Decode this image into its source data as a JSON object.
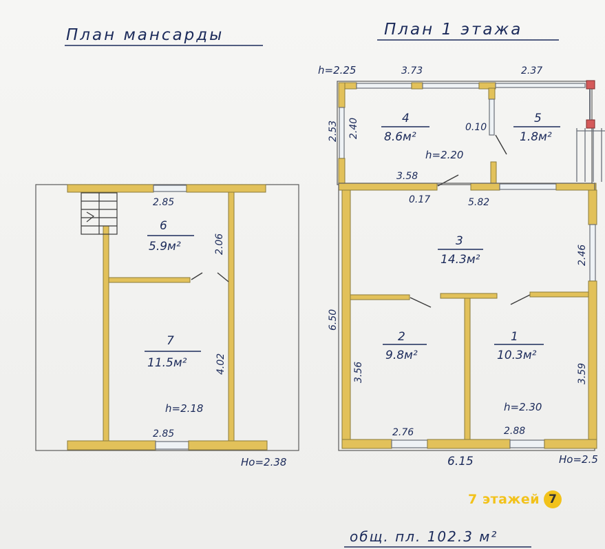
{
  "attic": {
    "title": "План мансарды",
    "room6": {
      "num": "6",
      "area": "5.9м²"
    },
    "room7": {
      "num": "7",
      "area": "11.5м²"
    },
    "height": "h=2.18",
    "window_top": "2.85",
    "window_bottom": "2.85",
    "wall_right_top": "2.06",
    "wall_right_bottom": "4.02",
    "ridge_height": "Hо=2.38"
  },
  "floor1": {
    "title": "План 1 этажа",
    "height_label": "h=2.25",
    "room1": {
      "num": "1",
      "area": "10.3м²"
    },
    "room2": {
      "num": "2",
      "area": "9.8м²"
    },
    "room3": {
      "num": "3",
      "area": "14.3м²"
    },
    "room4": {
      "num": "4",
      "area": "8.6м²"
    },
    "room5": {
      "num": "5",
      "area": "1.8м²"
    },
    "dims": {
      "d373": "3.73",
      "d237": "2.37",
      "d253": "2.53",
      "d240": "2.40",
      "d010": "0.10",
      "h220": "h=2.20",
      "d358": "3.58",
      "d017": "0.17",
      "d582": "5.82",
      "d246": "2.46",
      "d650": "6.50",
      "d356": "3.56",
      "d359": "3.59",
      "h230": "h=2.30",
      "d276": "2.76",
      "d288": "2.88",
      "d615": "6.15",
      "ridge": "Hо=2.5"
    }
  },
  "total_area": "общ. пл. 102.3 м²",
  "logo": {
    "text": "7 этажей",
    "badge": "7"
  }
}
